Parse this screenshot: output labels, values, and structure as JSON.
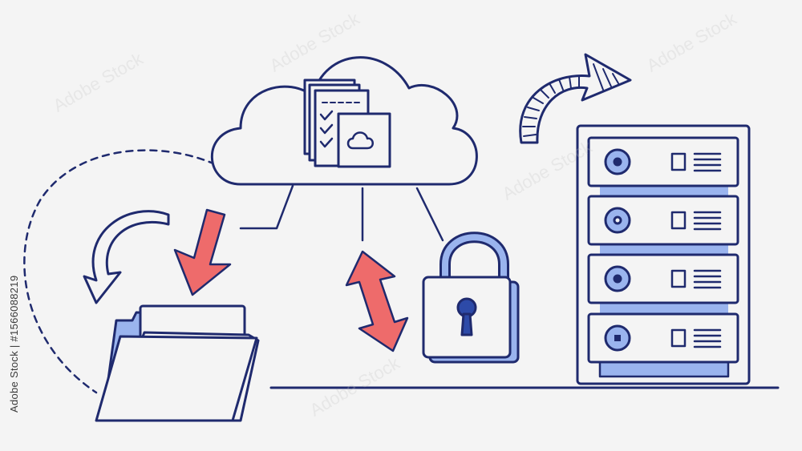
{
  "illustration": {
    "side_caption": "Adobe Stock | #1566088219",
    "watermark_text": "Adobe Stock",
    "colors": {
      "line": "#1f2a6e",
      "accent_red": "#ee6b6b",
      "accent_blue": "#9ab4ee",
      "background": "#f4f4f4"
    },
    "icons": [
      "cloud-icon",
      "documents-icon",
      "folder-icon",
      "padlock-icon",
      "server-rack-icon",
      "arrow-icons"
    ]
  }
}
